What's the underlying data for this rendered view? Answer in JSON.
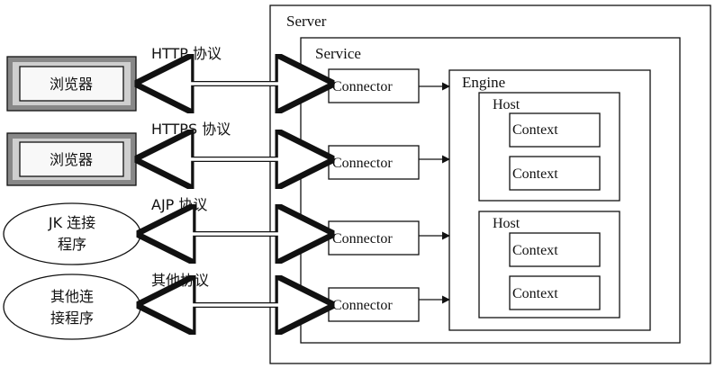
{
  "server": {
    "label": "Server"
  },
  "service": {
    "label": "Service"
  },
  "engine": {
    "label": "Engine"
  },
  "hosts": [
    {
      "label": "Host",
      "contexts": [
        "Context",
        "Context"
      ]
    },
    {
      "label": "Host",
      "contexts": [
        "Context",
        "Context"
      ]
    }
  ],
  "connectors": [
    "Connector",
    "Connector",
    "Connector",
    "Connector"
  ],
  "clients": [
    {
      "shape": "box",
      "lines": [
        "浏览器"
      ]
    },
    {
      "shape": "box",
      "lines": [
        "浏览器"
      ]
    },
    {
      "shape": "ellipse",
      "lines": [
        "JK 连接",
        "程序"
      ]
    },
    {
      "shape": "ellipse",
      "lines": [
        "其他连",
        "接程序"
      ]
    }
  ],
  "protocols": [
    "HTTP 协议",
    "HTTPS 协议",
    "AJP 协议",
    "其他协议"
  ]
}
